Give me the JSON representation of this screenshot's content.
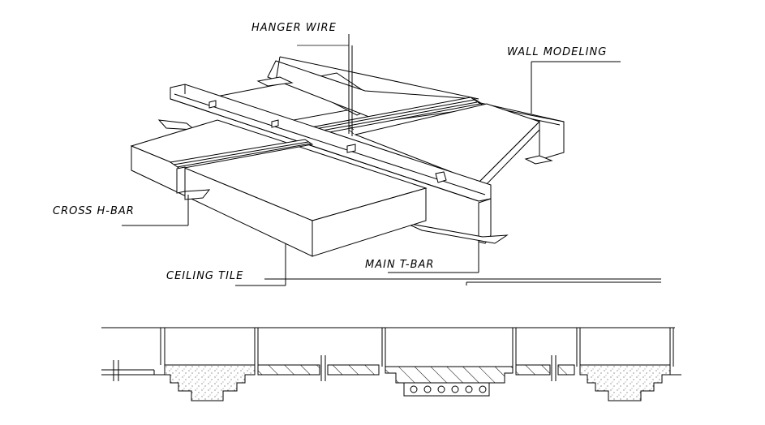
{
  "labels": {
    "hanger_wire": "HANGER WIRE",
    "wall_modeling": "WALL MODELING",
    "cross_h_bar": "CROSS H-BAR",
    "main_t_bar": "MAIN T-BAR",
    "ceiling_tile": "CEILING TILE"
  },
  "colors": {
    "line": "#000000",
    "background": "#ffffff"
  }
}
